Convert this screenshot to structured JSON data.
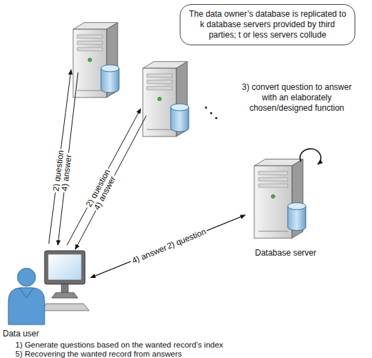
{
  "diagram": {
    "nodes": [
      {
        "text": [
          "The data owner’s database is replicated to k database servers provided by third parties; t or less servers collude"
        ]
      },
      {
        "text": [
          "Database server"
        ]
      },
      {
        "text": [
          "Data user"
        ]
      }
    ],
    "edges": [
      {
        "from": 2,
        "to": 1,
        "arrow": "to",
        "label": "2) question"
      },
      {
        "from": 1,
        "to": 2,
        "arrow": "to",
        "label": "4) answer"
      }
    ],
    "labels": [
      "3) convert question to answer with an elaborately chosen/designed function",
      "2) question",
      "4) answer",
      "2) question",
      "4) answer",
      "⋱",
      "1) Generate questions based on the wanted record’s index",
      "5) Recovering the wanted record from answers"
    ]
  }
}
